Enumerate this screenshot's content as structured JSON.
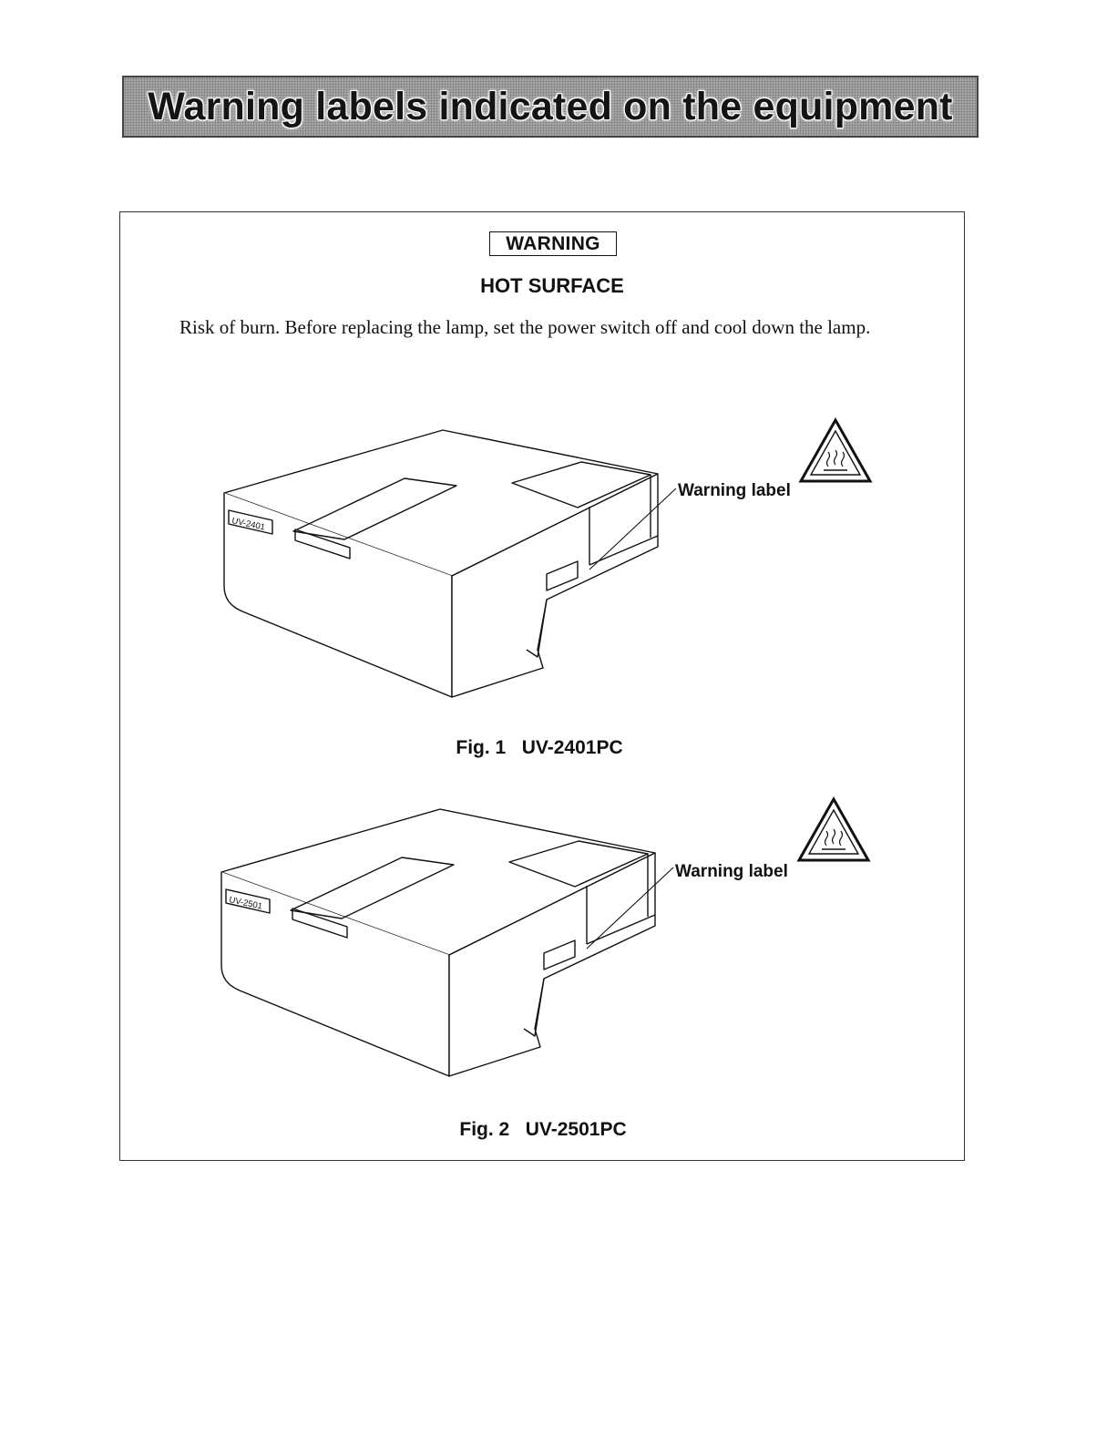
{
  "header": {
    "title": "Warning labels indicated on the equipment"
  },
  "warning": {
    "badge": "WARNING",
    "heading": "HOT SURFACE",
    "text": "Risk of burn. Before replacing the lamp, set the power switch off and cool down the lamp."
  },
  "figures": [
    {
      "model_plate": "UV-2401",
      "callout": "Warning label",
      "caption": "Fig. 1   UV-2401PC"
    },
    {
      "model_plate": "UV-2501",
      "callout": "Warning label",
      "caption": "Fig. 2   UV-2501PC"
    }
  ],
  "icons": {
    "hazard": "hot-surface-warning-icon"
  }
}
